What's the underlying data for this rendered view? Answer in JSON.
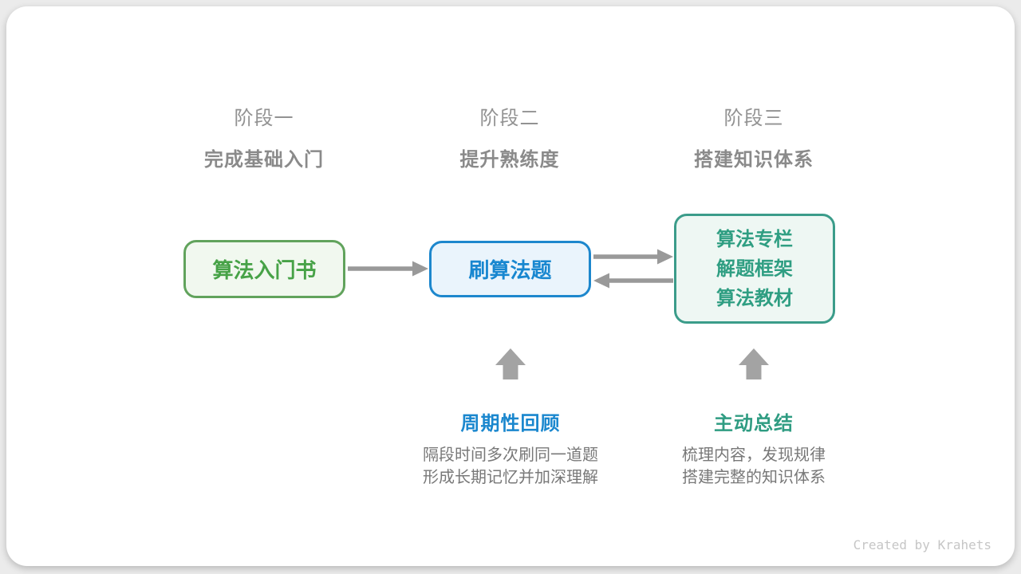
{
  "stages": [
    {
      "label": "阶段一",
      "subtitle": "完成基础入门"
    },
    {
      "label": "阶段二",
      "subtitle": "提升熟练度"
    },
    {
      "label": "阶段三",
      "subtitle": "搭建知识体系"
    }
  ],
  "nodes": {
    "node1": {
      "text": "算法入门书"
    },
    "node2": {
      "text": "刷算法题"
    },
    "node3": {
      "lines": [
        "算法专栏",
        "解题框架",
        "算法教材"
      ]
    }
  },
  "annotations": {
    "review": {
      "title": "周期性回顾",
      "line1": "隔段时间多次刷同一道题",
      "line2": "形成长期记忆并加深理解"
    },
    "summary": {
      "title": "主动总结",
      "line1": "梳理内容，发现规律",
      "line2": "搭建完整的知识体系"
    }
  },
  "footer": {
    "credit": "Created by Krahets"
  },
  "icons": {
    "flow_arrow": "arrow-right",
    "feedback_arrow": "arrow-left",
    "up_arrow": "block-arrow-up"
  },
  "colors": {
    "green_border": "#61a35c",
    "green_fill": "#f1f8ef",
    "green_text": "#47a247",
    "blue_border": "#1d87cd",
    "blue_fill": "#eaf4fc",
    "blue_text": "#1887d0",
    "teal_border": "#3b9c8a",
    "teal_fill": "#eef7f3",
    "teal_text": "#2f9e82",
    "arrow": "#999999",
    "block_arrow": "#a3a3a3"
  }
}
